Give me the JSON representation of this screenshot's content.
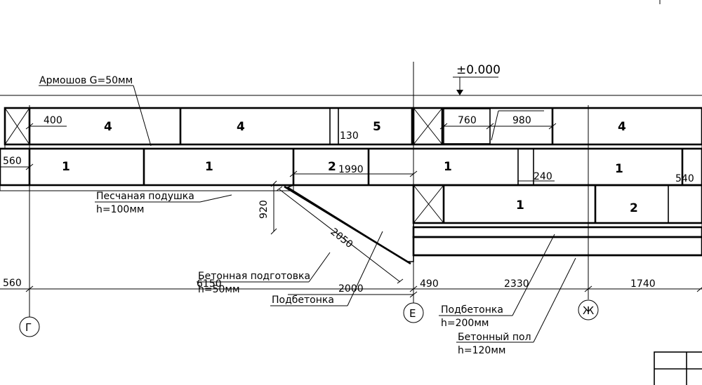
{
  "level_mark": "±0.000",
  "labels": {
    "armoshov": "Армошов G=50мм",
    "sand_cushion": "Песчаная подушка",
    "sand_cushion_h": "h=100мм",
    "concrete_prep": "Бетонная подготовка",
    "concrete_prep_h": "h=50мм",
    "podbetonka_1": "Подбетонка",
    "podbetonka_2": "Подбетонка",
    "podbetonka_2_h": "h=200мм",
    "concrete_floor": "Бетонный пол",
    "concrete_floor_h": "h=120мм"
  },
  "dims": {
    "d400": "400",
    "d130": "130",
    "d760": "760",
    "d980": "980",
    "d560_top": "560",
    "d1990": "1990",
    "d240": "240",
    "d540": "540",
    "d920": "920",
    "d2050": "2050",
    "d2000": "2000",
    "d560_bottom": "560",
    "d6150": "6150",
    "d490": "490",
    "d2330": "2330",
    "d1740": "1740"
  },
  "blocks": {
    "r1_a": "4",
    "r1_b": "4",
    "r1_c": "5",
    "r1_d": "4",
    "r2_a": "1",
    "r2_b": "1",
    "r2_c": "2",
    "r2_d": "1",
    "r2_e": "1",
    "r3_a": "1",
    "r3_b": "2"
  },
  "axes": {
    "g": "Г",
    "e": "Е",
    "zh": "Ж"
  }
}
